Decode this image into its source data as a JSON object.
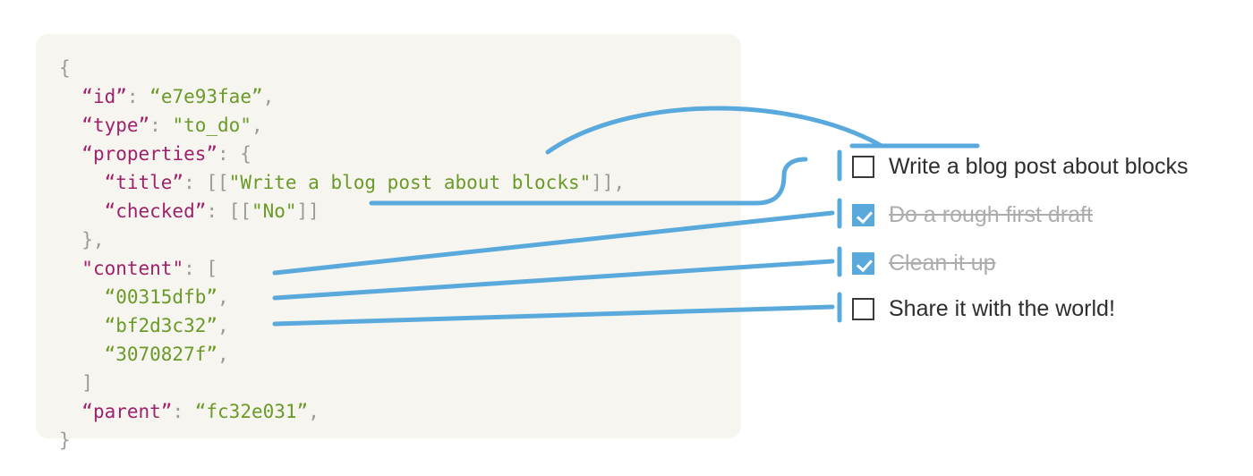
{
  "panel": {
    "background_color": "#f7f5f0"
  },
  "colors": {
    "accent_blue": "#5aa9dc",
    "json_key": "#a0216b",
    "json_string": "#6a9a28",
    "json_punctuation": "#9b9b95",
    "checkbox_border": "#3a3a3a",
    "completed_text": "#adadad",
    "active_text": "#2e2e2e",
    "panel_bg": "#f7f5f0"
  },
  "code": {
    "lines": [
      [
        {
          "t": "{",
          "c": "punct"
        }
      ],
      [
        {
          "t": "  ",
          "c": "punct"
        },
        {
          "t": "“id”",
          "c": "key"
        },
        {
          "t": ": ",
          "c": "punct"
        },
        {
          "t": "“e7e93fae”",
          "c": "str"
        },
        {
          "t": ",",
          "c": "punct"
        }
      ],
      [
        {
          "t": "  ",
          "c": "punct"
        },
        {
          "t": "“type”",
          "c": "key"
        },
        {
          "t": ": ",
          "c": "punct"
        },
        {
          "t": "\"to_do\"",
          "c": "str"
        },
        {
          "t": ",",
          "c": "punct"
        }
      ],
      [
        {
          "t": "  ",
          "c": "punct"
        },
        {
          "t": "“properties”",
          "c": "key"
        },
        {
          "t": ": {",
          "c": "punct"
        }
      ],
      [
        {
          "t": "    ",
          "c": "punct"
        },
        {
          "t": "“title”",
          "c": "key"
        },
        {
          "t": ": [[",
          "c": "punct"
        },
        {
          "t": "\"Write a blog post about blocks\"",
          "c": "str"
        },
        {
          "t": "]],",
          "c": "punct"
        }
      ],
      [
        {
          "t": "    ",
          "c": "punct"
        },
        {
          "t": "“checked”",
          "c": "key"
        },
        {
          "t": ": [[",
          "c": "punct"
        },
        {
          "t": "\"No\"",
          "c": "str"
        },
        {
          "t": "]]",
          "c": "punct"
        }
      ],
      [
        {
          "t": "  },",
          "c": "punct"
        }
      ],
      [
        {
          "t": "  ",
          "c": "punct"
        },
        {
          "t": "\"content\"",
          "c": "key"
        },
        {
          "t": ": [",
          "c": "punct"
        }
      ],
      [
        {
          "t": "    ",
          "c": "punct"
        },
        {
          "t": "“00315dfb”",
          "c": "str"
        },
        {
          "t": ",",
          "c": "punct"
        }
      ],
      [
        {
          "t": "    ",
          "c": "punct"
        },
        {
          "t": "“bf2d3c32”",
          "c": "str"
        },
        {
          "t": ",",
          "c": "punct"
        }
      ],
      [
        {
          "t": "    ",
          "c": "punct"
        },
        {
          "t": "“3070827f”",
          "c": "str"
        },
        {
          "t": ",",
          "c": "punct"
        }
      ],
      [
        {
          "t": "  ]",
          "c": "punct"
        }
      ],
      [
        {
          "t": "  ",
          "c": "punct"
        },
        {
          "t": "“parent”",
          "c": "key"
        },
        {
          "t": ": ",
          "c": "punct"
        },
        {
          "t": "“fc32e031”",
          "c": "str"
        },
        {
          "t": ",",
          "c": "punct"
        }
      ],
      [
        {
          "t": "}",
          "c": "punct"
        }
      ]
    ]
  },
  "todo": {
    "items": [
      {
        "label": "Write a blog post about blocks",
        "checked": false
      },
      {
        "label": "Do a rough first draft",
        "checked": true
      },
      {
        "label": "Clean it up",
        "checked": true
      },
      {
        "label": "Share it with the world!",
        "checked": false
      }
    ]
  }
}
